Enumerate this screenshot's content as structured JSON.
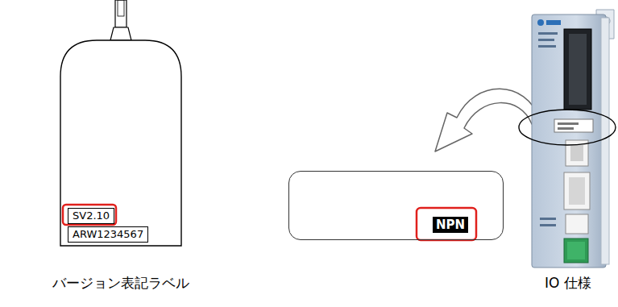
{
  "diagram": {
    "nodes": [
      {
        "text": [
          "SV2.10"
        ]
      },
      {
        "text": [
          "ARW1234567"
        ]
      },
      {
        "text": [
          "NPN"
        ]
      }
    ],
    "labels": [
      "バージョン表記ラベル",
      "IO 仕様"
    ]
  }
}
